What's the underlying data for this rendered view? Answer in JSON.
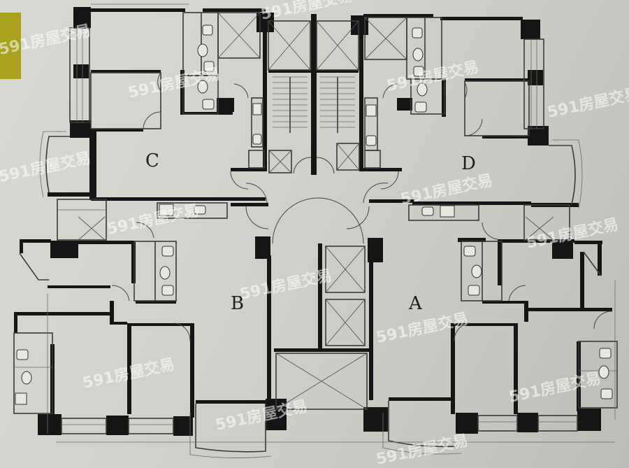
{
  "units": [
    {
      "id": "unit-c",
      "label": "C"
    },
    {
      "id": "unit-d",
      "label": "D"
    },
    {
      "id": "unit-b",
      "label": "B"
    },
    {
      "id": "unit-a",
      "label": "A"
    }
  ],
  "watermark": "591房屋交易",
  "colors": {
    "paper": "#d6d5cf",
    "wall": "#151515",
    "tab": "#a9a21f"
  }
}
